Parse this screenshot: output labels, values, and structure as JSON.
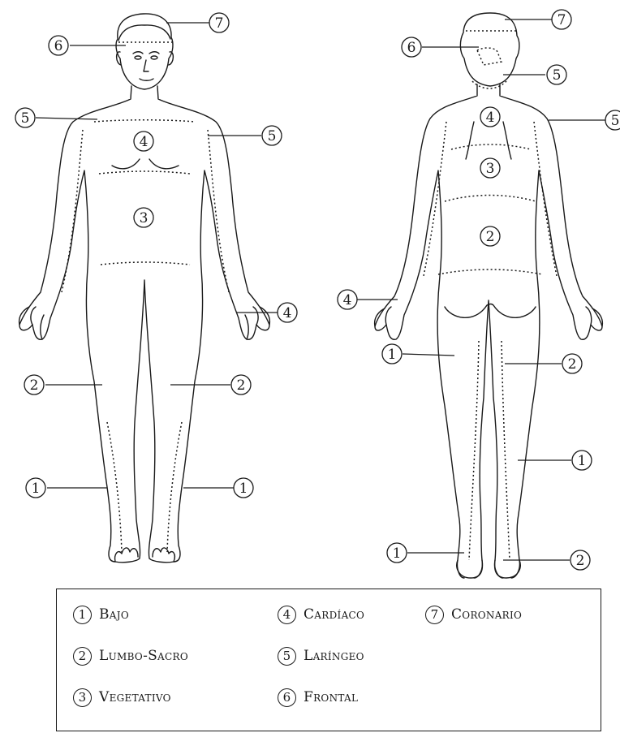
{
  "stroke_color": "#1a1a1a",
  "front_figure": {
    "markers": [
      {
        "id": "front-7",
        "label": "7"
      },
      {
        "id": "front-6",
        "label": "6"
      },
      {
        "id": "front-5-left",
        "label": "5"
      },
      {
        "id": "front-5-right",
        "label": "5"
      },
      {
        "id": "front-4-chest",
        "label": "4"
      },
      {
        "id": "front-3-abdomen",
        "label": "3"
      },
      {
        "id": "front-4-hand",
        "label": "4"
      },
      {
        "id": "front-2-left",
        "label": "2"
      },
      {
        "id": "front-2-right",
        "label": "2"
      },
      {
        "id": "front-1-left",
        "label": "1"
      },
      {
        "id": "front-1-right",
        "label": "1"
      }
    ]
  },
  "back_figure": {
    "markers": [
      {
        "id": "back-7",
        "label": "7"
      },
      {
        "id": "back-6",
        "label": "6"
      },
      {
        "id": "back-5-neck",
        "label": "5"
      },
      {
        "id": "back-5-shoulder",
        "label": "5"
      },
      {
        "id": "back-4-upper",
        "label": "4"
      },
      {
        "id": "back-3-mid",
        "label": "3"
      },
      {
        "id": "back-2-lumbar",
        "label": "2"
      },
      {
        "id": "back-4-hand",
        "label": "4"
      },
      {
        "id": "back-1-thigh",
        "label": "1"
      },
      {
        "id": "back-2-thigh",
        "label": "2"
      },
      {
        "id": "back-1-calf",
        "label": "1"
      },
      {
        "id": "back-1-foot",
        "label": "1"
      },
      {
        "id": "back-2-foot",
        "label": "2"
      }
    ]
  },
  "legend": {
    "items": [
      {
        "num": "1",
        "label": "Bajo"
      },
      {
        "num": "2",
        "label": "Lumbo-Sacro"
      },
      {
        "num": "3",
        "label": "Vegetativo"
      },
      {
        "num": "4",
        "label": "Cardíaco"
      },
      {
        "num": "5",
        "label": "Laríngeo"
      },
      {
        "num": "6",
        "label": "Frontal"
      },
      {
        "num": "7",
        "label": "Coronario"
      }
    ]
  }
}
